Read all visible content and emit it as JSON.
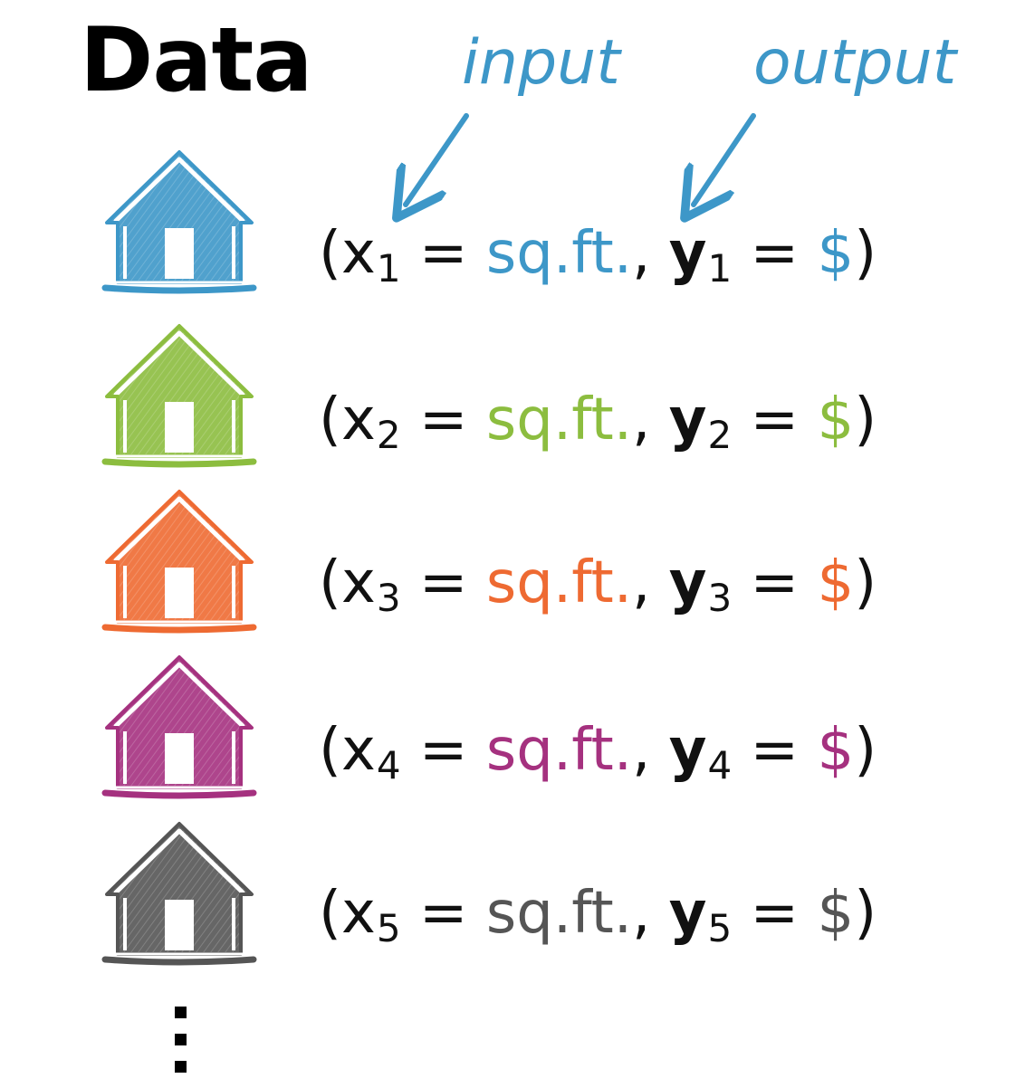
{
  "title": "Data",
  "labels": {
    "input": "input",
    "output": "output",
    "arrow_color": "#3d97c8"
  },
  "rows": [
    {
      "x": "x",
      "x_sub": "1",
      "eq": "=",
      "x_value": "sq.ft.",
      "sep": ",",
      "y": "y",
      "y_sub": "1",
      "y_value": "$",
      "color": "#3d97c8"
    },
    {
      "x": "x",
      "x_sub": "2",
      "eq": "=",
      "x_value": "sq.ft.",
      "sep": ",",
      "y": "y",
      "y_sub": "2",
      "y_value": "$",
      "color": "#8cbd3f"
    },
    {
      "x": "x",
      "x_sub": "3",
      "eq": "=",
      "x_value": "sq.ft.",
      "sep": ",",
      "y": "y",
      "y_sub": "3",
      "y_value": "$",
      "color": "#ee6a32"
    },
    {
      "x": "x",
      "x_sub": "4",
      "eq": "=",
      "x_value": "sq.ft.",
      "sep": ",",
      "y": "y",
      "y_sub": "4",
      "y_value": "$",
      "color": "#a5317f"
    },
    {
      "x": "x",
      "x_sub": "5",
      "eq": "=",
      "x_value": "sq.ft.",
      "sep": ",",
      "y": "y",
      "y_sub": "5",
      "y_value": "$",
      "color": "#555555"
    }
  ],
  "house_icon": "house-icon",
  "continuation": "vertical-ellipsis"
}
